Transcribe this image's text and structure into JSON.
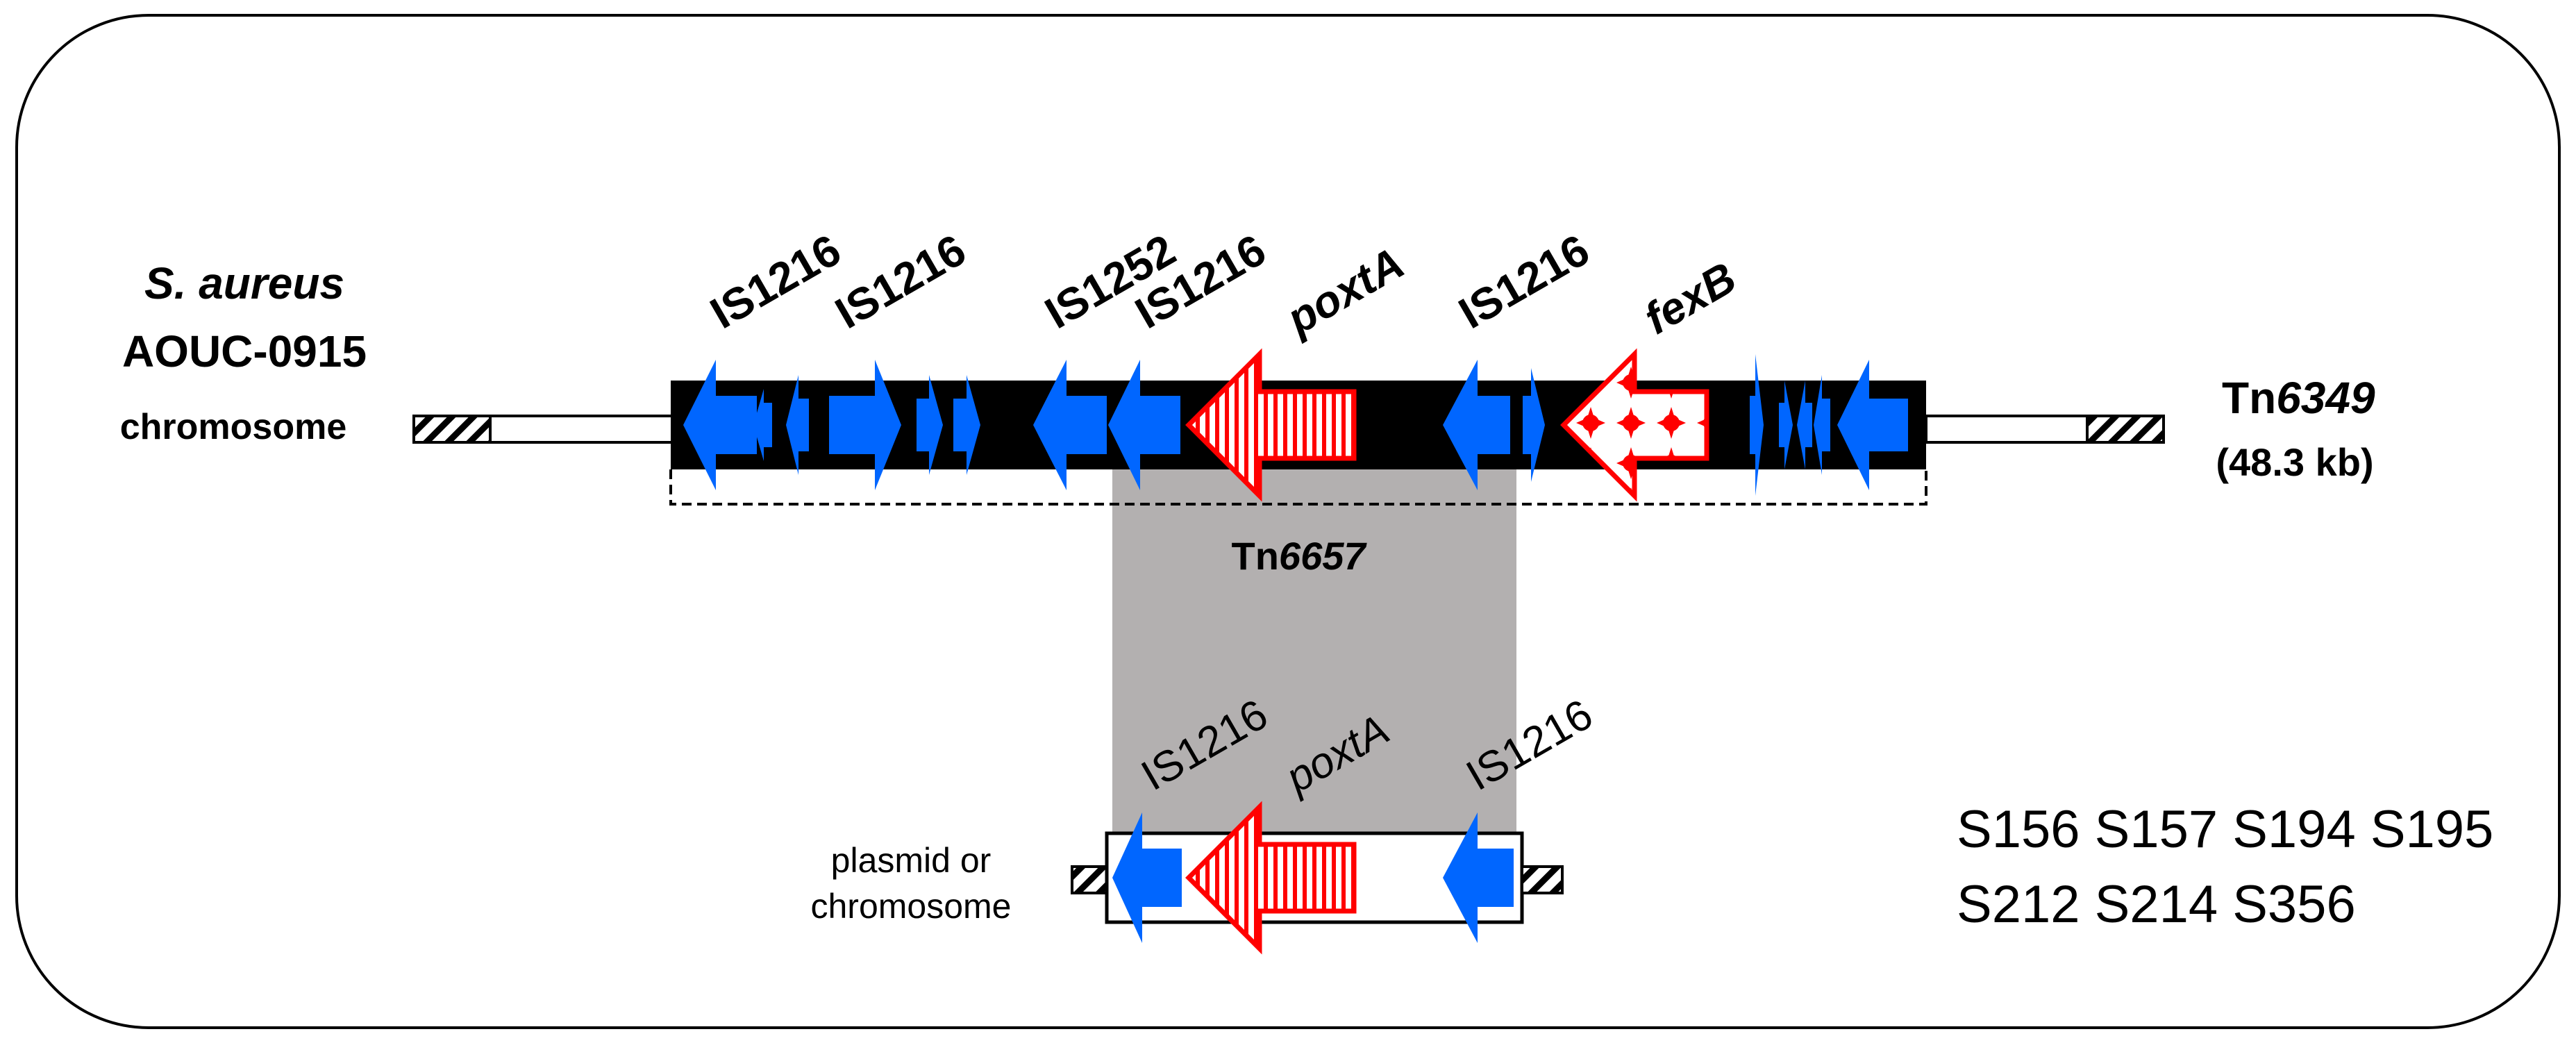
{
  "colors": {
    "is_element_blue": "#0066ff",
    "resistance_gene_red": "#ff0000",
    "transposon_black": "#000000",
    "shared_region_gray": "#b3b0b0"
  },
  "top_element": {
    "organism_species": "S. aureus",
    "organism_strain": "AOUC-0915",
    "location": "chromosome",
    "transposon_prefix": "Tn",
    "transposon_number": "6349",
    "transposon_size": "(48.3 kb)",
    "labels": {
      "is1": "IS1216",
      "is2": "IS1216",
      "is3": "IS1252",
      "is4": "IS1216",
      "gene1": "poxtA",
      "is5": "IS1216",
      "gene2": "fexB"
    }
  },
  "sub_element": {
    "name_prefix": "Tn",
    "name_number": "6657"
  },
  "bottom_element": {
    "location_line1": "plasmid or",
    "location_line2": "chromosome",
    "labels": {
      "is_left": "IS1216",
      "gene": "poxtA",
      "is_right": "IS1216"
    }
  },
  "strains": {
    "line1": "S156 S157 S194 S195",
    "line2": "S212 S214 S356"
  }
}
